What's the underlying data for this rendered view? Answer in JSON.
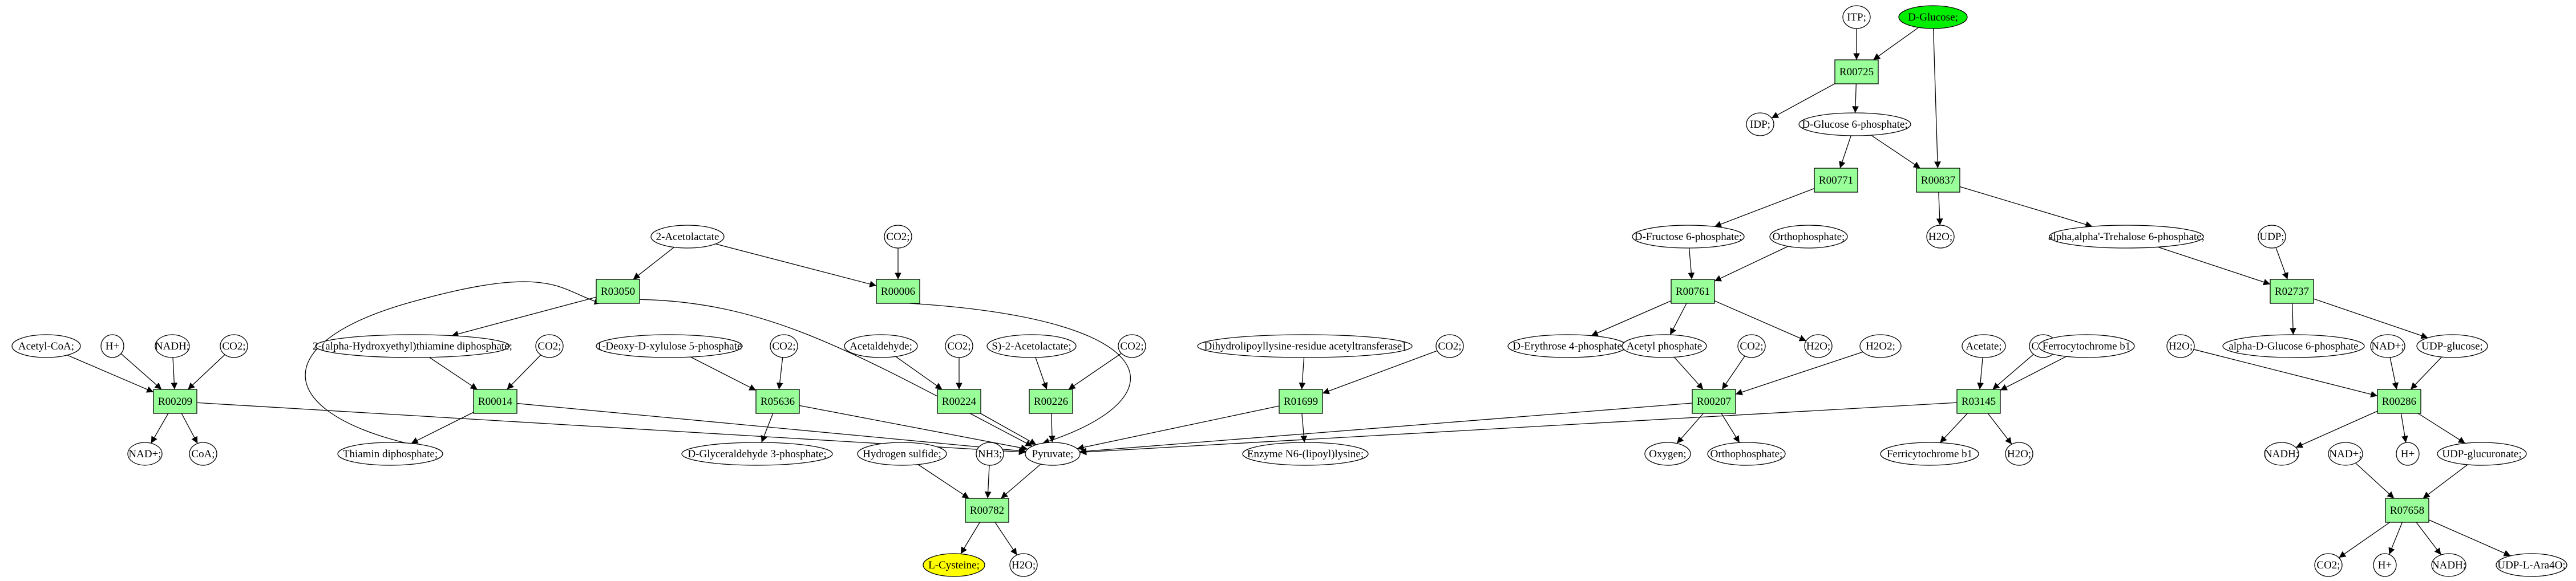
{
  "colors": {
    "reaction_fill": "#99ff99",
    "start_fill": "#00ee00",
    "target_fill": "#ffff00",
    "compound_fill": "#ffffff",
    "stroke": "#000000"
  },
  "nodes": [
    {
      "id": "ITP",
      "label": "ITP;",
      "kind": "compound"
    },
    {
      "id": "DGLC",
      "label": "D-Glucose;",
      "kind": "start"
    },
    {
      "id": "R00725",
      "label": "R00725",
      "kind": "reaction"
    },
    {
      "id": "IDP",
      "label": "IDP;",
      "kind": "compound"
    },
    {
      "id": "G6P",
      "label": "D-Glucose 6-phosphate;",
      "kind": "compound"
    },
    {
      "id": "R00771",
      "label": "R00771",
      "kind": "reaction"
    },
    {
      "id": "R00837",
      "label": "R00837",
      "kind": "reaction"
    },
    {
      "id": "F6P",
      "label": "D-Fructose 6-phosphate;",
      "kind": "compound"
    },
    {
      "id": "ORTHOa",
      "label": "Orthophosphate;",
      "kind": "compound"
    },
    {
      "id": "H2Oa",
      "label": "H2O;",
      "kind": "compound"
    },
    {
      "id": "TRE6P",
      "label": "alpha,alpha'-Trehalose 6-phosphate;",
      "kind": "compound"
    },
    {
      "id": "UDPa",
      "label": "UDP;",
      "kind": "compound"
    },
    {
      "id": "R00761",
      "label": "R00761",
      "kind": "reaction"
    },
    {
      "id": "R02737",
      "label": "R02737",
      "kind": "reaction"
    },
    {
      "id": "E4P",
      "label": "D-Erythrose 4-phosphate",
      "kind": "compound"
    },
    {
      "id": "ACP",
      "label": "Acetyl phosphate",
      "kind": "compound"
    },
    {
      "id": "CO2g",
      "label": "CO2;",
      "kind": "compound"
    },
    {
      "id": "H2Ob",
      "label": "H2O;",
      "kind": "compound"
    },
    {
      "id": "H2O2",
      "label": "H2O2;",
      "kind": "compound"
    },
    {
      "id": "ACET",
      "label": "Acetate;",
      "kind": "compound"
    },
    {
      "id": "CO2h",
      "label": "CO2;",
      "kind": "compound"
    },
    {
      "id": "FERRO",
      "label": "Ferrocytochrome b1",
      "kind": "compound"
    },
    {
      "id": "H2Oc",
      "label": "H2O;",
      "kind": "compound"
    },
    {
      "id": "AG6P",
      "label": "alpha-D-Glucose 6-phosphate",
      "kind": "compound"
    },
    {
      "id": "NADa",
      "label": "NAD+;",
      "kind": "compound"
    },
    {
      "id": "UDPG",
      "label": "UDP-glucose;",
      "kind": "compound"
    },
    {
      "id": "R00207",
      "label": "R00207",
      "kind": "reaction"
    },
    {
      "id": "R03145",
      "label": "R03145",
      "kind": "reaction"
    },
    {
      "id": "R00286",
      "label": "R00286",
      "kind": "reaction"
    },
    {
      "id": "OXY",
      "label": "Oxygen;",
      "kind": "compound"
    },
    {
      "id": "ORTHOb",
      "label": "Orthophosphate;",
      "kind": "compound"
    },
    {
      "id": "FERRI",
      "label": "Ferricytochrome b1",
      "kind": "compound"
    },
    {
      "id": "H2Od",
      "label": "H2O;",
      "kind": "compound"
    },
    {
      "id": "NADHa",
      "label": "NADH;",
      "kind": "compound"
    },
    {
      "id": "NADb",
      "label": "NAD+;",
      "kind": "compound"
    },
    {
      "id": "Ha",
      "label": "H+",
      "kind": "compound"
    },
    {
      "id": "UDPGA",
      "label": "UDP-glucuronate;",
      "kind": "compound"
    },
    {
      "id": "R07658",
      "label": "R07658",
      "kind": "reaction"
    },
    {
      "id": "CO2i",
      "label": "CO2;",
      "kind": "compound"
    },
    {
      "id": "Hb",
      "label": "H+",
      "kind": "compound"
    },
    {
      "id": "NADHb",
      "label": "NADH;",
      "kind": "compound"
    },
    {
      "id": "UDPARA",
      "label": "UDP-L-Ara4O;",
      "kind": "compound"
    },
    {
      "id": "ACETOL",
      "label": "2-Acetolactate",
      "kind": "compound"
    },
    {
      "id": "CO2a",
      "label": "CO2;",
      "kind": "compound"
    },
    {
      "id": "R03050",
      "label": "R03050",
      "kind": "reaction"
    },
    {
      "id": "R00006",
      "label": "R00006",
      "kind": "reaction"
    },
    {
      "id": "ACCOA",
      "label": "Acetyl-CoA;",
      "kind": "compound"
    },
    {
      "id": "Hc",
      "label": "H+",
      "kind": "compound"
    },
    {
      "id": "NADHc",
      "label": "NADH;",
      "kind": "compound"
    },
    {
      "id": "CO2b",
      "label": "CO2;",
      "kind": "compound"
    },
    {
      "id": "HETDP",
      "label": "2-(alpha-Hydroxyethyl)thiamine diphosphate;",
      "kind": "compound"
    },
    {
      "id": "CO2c",
      "label": "CO2;",
      "kind": "compound"
    },
    {
      "id": "DXP",
      "label": "1-Deoxy-D-xylulose 5-phosphate",
      "kind": "compound"
    },
    {
      "id": "CO2d",
      "label": "CO2;",
      "kind": "compound"
    },
    {
      "id": "ACALD",
      "label": "Acetaldehyde;",
      "kind": "compound"
    },
    {
      "id": "CO2e",
      "label": "CO2;",
      "kind": "compound"
    },
    {
      "id": "SACET",
      "label": "S)-2-Acetolactate;",
      "kind": "compound"
    },
    {
      "id": "CO2f",
      "label": "CO2;",
      "kind": "compound"
    },
    {
      "id": "DHLIP",
      "label": "Dihydrolipoyllysine-residue acetyltransferase]",
      "kind": "compound"
    },
    {
      "id": "CO2j",
      "label": "CO2;",
      "kind": "compound"
    },
    {
      "id": "R00209",
      "label": "R00209",
      "kind": "reaction"
    },
    {
      "id": "R00014",
      "label": "R00014",
      "kind": "reaction"
    },
    {
      "id": "R05636",
      "label": "R05636",
      "kind": "reaction"
    },
    {
      "id": "R00224",
      "label": "R00224",
      "kind": "reaction"
    },
    {
      "id": "R00226",
      "label": "R00226",
      "kind": "reaction"
    },
    {
      "id": "R01699",
      "label": "R01699",
      "kind": "reaction"
    },
    {
      "id": "NADc",
      "label": "NAD+;",
      "kind": "compound"
    },
    {
      "id": "COA",
      "label": "CoA;",
      "kind": "compound"
    },
    {
      "id": "TDP",
      "label": "Thiamin diphosphate;",
      "kind": "compound"
    },
    {
      "id": "GAP",
      "label": "D-Glyceraldehyde 3-phosphate;",
      "kind": "compound"
    },
    {
      "id": "PYR",
      "label": "Pyruvate;",
      "kind": "compound"
    },
    {
      "id": "ENZ",
      "label": "Enzyme N6-(lipoyl)lysine;",
      "kind": "compound"
    },
    {
      "id": "H2S",
      "label": "Hydrogen sulfide;",
      "kind": "compound"
    },
    {
      "id": "NH3",
      "label": "NH3;",
      "kind": "compound"
    },
    {
      "id": "R00782",
      "label": "R00782",
      "kind": "reaction"
    },
    {
      "id": "LCYS",
      "label": "L-Cysteine;",
      "kind": "target"
    },
    {
      "id": "H2Oe",
      "label": "H2O;",
      "kind": "compound"
    }
  ],
  "edges": [
    [
      "ITP",
      "R00725"
    ],
    [
      "DGLC",
      "R00725"
    ],
    [
      "DGLC",
      "R00837"
    ],
    [
      "R00725",
      "IDP"
    ],
    [
      "R00725",
      "G6P"
    ],
    [
      "G6P",
      "R00771"
    ],
    [
      "G6P",
      "R00837"
    ],
    [
      "R00771",
      "F6P"
    ],
    [
      "R00837",
      "H2Oa"
    ],
    [
      "R00837",
      "TRE6P"
    ],
    [
      "F6P",
      "R00761"
    ],
    [
      "ORTHOa",
      "R00761"
    ],
    [
      "TRE6P",
      "R02737"
    ],
    [
      "UDPa",
      "R02737"
    ],
    [
      "R00761",
      "E4P"
    ],
    [
      "R00761",
      "ACP"
    ],
    [
      "R00761",
      "H2Ob"
    ],
    [
      "R02737",
      "AG6P"
    ],
    [
      "R02737",
      "UDPG"
    ],
    [
      "ACP",
      "R00207"
    ],
    [
      "CO2g",
      "R00207"
    ],
    [
      "H2O2",
      "R00207"
    ],
    [
      "R00207",
      "OXY"
    ],
    [
      "R00207",
      "ORTHOb"
    ],
    [
      "R00207",
      "PYR"
    ],
    [
      "ACET",
      "R03145"
    ],
    [
      "CO2h",
      "R03145"
    ],
    [
      "FERRO",
      "R03145"
    ],
    [
      "R03145",
      "FERRI"
    ],
    [
      "R03145",
      "H2Od"
    ],
    [
      "R03145",
      "PYR"
    ],
    [
      "H2Oc",
      "R00286"
    ],
    [
      "NADa",
      "R00286"
    ],
    [
      "UDPG",
      "R00286"
    ],
    [
      "R00286",
      "NADHa"
    ],
    [
      "R00286",
      "Ha"
    ],
    [
      "R00286",
      "UDPGA"
    ],
    [
      "NADb",
      "R07658"
    ],
    [
      "UDPGA",
      "R07658"
    ],
    [
      "R07658",
      "CO2i"
    ],
    [
      "R07658",
      "Hb"
    ],
    [
      "R07658",
      "NADHb"
    ],
    [
      "R07658",
      "UDPARA"
    ],
    [
      "ACETOL",
      "R03050"
    ],
    [
      "ACETOL",
      "R00006"
    ],
    [
      "CO2a",
      "R00006"
    ],
    [
      "R03050",
      "HETDP"
    ],
    [
      "R03050",
      "PYR"
    ],
    [
      "R00006",
      "PYR"
    ],
    [
      "ACCOA",
      "R00209"
    ],
    [
      "Hc",
      "R00209"
    ],
    [
      "NADHc",
      "R00209"
    ],
    [
      "CO2b",
      "R00209"
    ],
    [
      "R00209",
      "NADc"
    ],
    [
      "R00209",
      "COA"
    ],
    [
      "R00209",
      "PYR"
    ],
    [
      "HETDP",
      "R00014"
    ],
    [
      "CO2c",
      "R00014"
    ],
    [
      "R00014",
      "TDP"
    ],
    [
      "R00014",
      "PYR"
    ],
    [
      "TDP",
      "R03050"
    ],
    [
      "DXP",
      "R05636"
    ],
    [
      "CO2d",
      "R05636"
    ],
    [
      "R05636",
      "GAP"
    ],
    [
      "R05636",
      "PYR"
    ],
    [
      "ACALD",
      "R00224"
    ],
    [
      "CO2e",
      "R00224"
    ],
    [
      "R00224",
      "PYR"
    ],
    [
      "SACET",
      "R00226"
    ],
    [
      "CO2f",
      "R00226"
    ],
    [
      "R00226",
      "PYR"
    ],
    [
      "DHLIP",
      "R01699"
    ],
    [
      "CO2j",
      "R01699"
    ],
    [
      "R01699",
      "ENZ"
    ],
    [
      "R01699",
      "PYR"
    ],
    [
      "H2S",
      "R00782"
    ],
    [
      "NH3",
      "R00782"
    ],
    [
      "PYR",
      "R00782"
    ],
    [
      "R00782",
      "LCYS"
    ],
    [
      "R00782",
      "H2Oe"
    ]
  ]
}
